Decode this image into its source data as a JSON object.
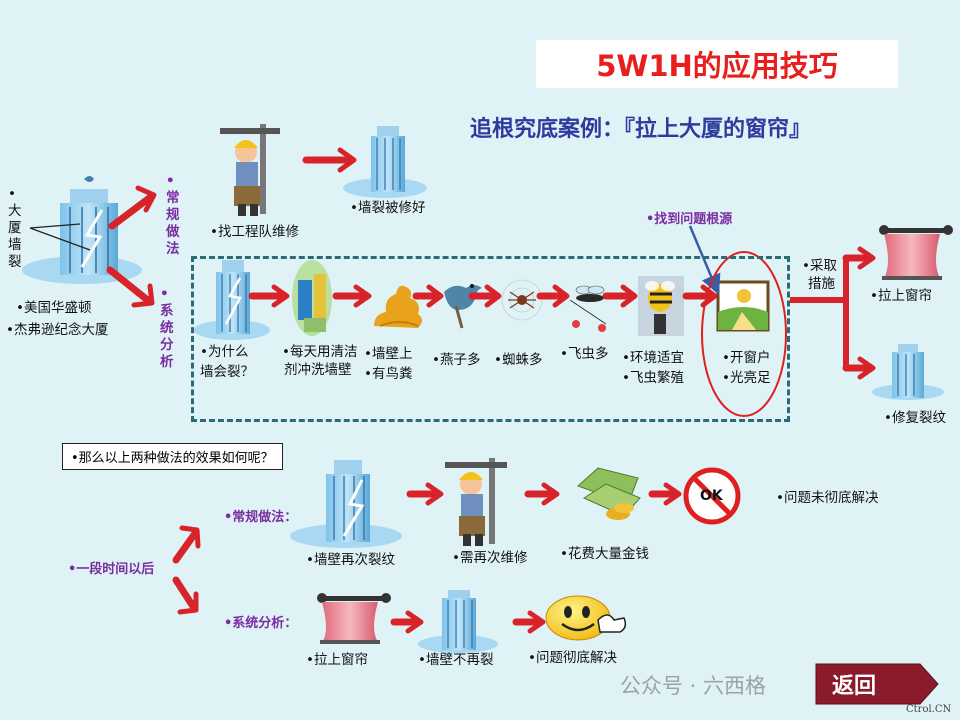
{
  "title": "5W1H的应用技巧",
  "subtitle": "追根究底案例：『拉上大厦的窗帘』",
  "left": {
    "crack_label": "•大厦墙裂",
    "building_name_1": "•美国华盛顿",
    "building_name_2": "•杰弗逊纪念大厦"
  },
  "branches": {
    "conventional": "•常规做法",
    "systematic": "•系统分析"
  },
  "conventional_row": {
    "step1": "•找工程队维修",
    "step2": "•墙裂被修好"
  },
  "root_cause_label": "•找到问题根源",
  "analysis_chain": [
    {
      "line1": "•为什么",
      "line2": "墙会裂？"
    },
    {
      "line1": "•每天用清洁",
      "line2": "剂冲洗墙壁"
    },
    {
      "line1": "•墙壁上",
      "line2": "•有鸟粪"
    },
    {
      "line1": "•燕子多",
      "line2": ""
    },
    {
      "line1": "•蜘蛛多",
      "line2": ""
    },
    {
      "line1": "•飞虫多",
      "line2": ""
    },
    {
      "line1": "•环境适宜",
      "line2": "•飞虫繁殖"
    },
    {
      "line1": "•开窗户",
      "line2": "•光亮足"
    }
  ],
  "measures": {
    "label_line1": "•采取",
    "label_line2": "措施",
    "out1": "•拉上窗帘",
    "out2": "•修复裂纹"
  },
  "question": "•那么以上两种做法的效果如何呢？",
  "later": "•一段时间以后",
  "result_conventional": {
    "label": "•常规做法：",
    "s1": "•墙壁再次裂纹",
    "s2": "•需再次维修",
    "s3": "•花费大量金钱",
    "s4": "•问题未彻底解决",
    "ok_text": "OK"
  },
  "result_systematic": {
    "label": "•系统分析：",
    "s1": "•拉上窗帘",
    "s2": "•墙壁不再裂",
    "s3": "•问题彻底解决"
  },
  "back_button": "返回",
  "watermark": "公众号 · 六西格",
  "site": "Ctrol.CN",
  "colors": {
    "title_red": "#e8201d",
    "subtitle_blue": "#2f3a9e",
    "purple": "#7a2ea0",
    "arrow_red": "#d8232a",
    "background": "#dff3f7",
    "dash": "#2b6b75"
  }
}
